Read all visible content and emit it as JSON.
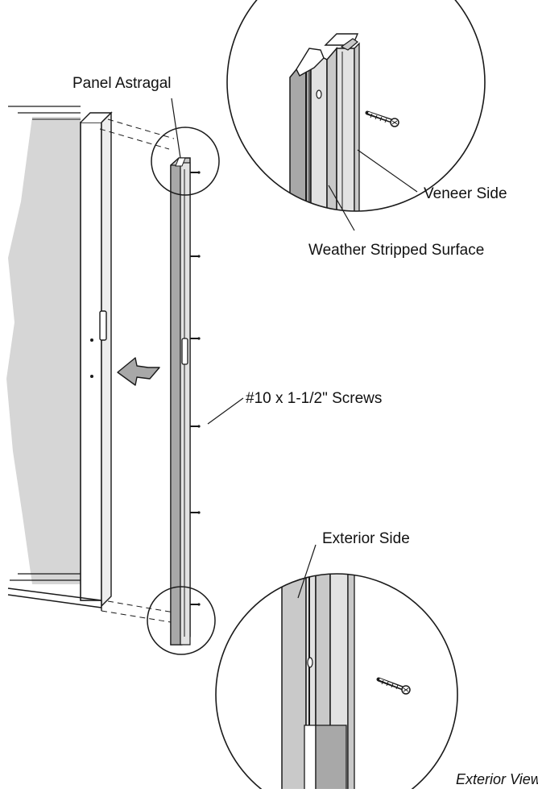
{
  "labels": {
    "panel_astragal": "Panel Astragal",
    "veneer_side": "Veneer Side",
    "weather_stripped_surface": "Weather Stripped Surface",
    "screws": "#10 x 1-1/2\" Screws",
    "exterior_side": "Exterior Side",
    "exterior_view": "Exterior View"
  },
  "colors": {
    "line": "#1a1a1a",
    "glass": "#d6d6d6",
    "metal_light": "#e2e2e2",
    "metal_mid": "#c9c9c9",
    "metal_dark": "#a8a8a8",
    "background": "#ffffff"
  },
  "icons": {
    "arrow": "curved-arrow-icon",
    "screw": "screw-icon"
  }
}
